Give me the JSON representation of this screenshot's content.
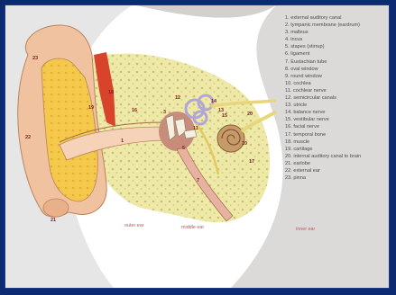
{
  "legend": [
    "1. external auditory canal",
    "2. tympanic membrane (eardrum)",
    "3. malleus",
    "4. incus",
    "5. stapes (stirrup)",
    "6. ligament",
    "7. Eustachian tube",
    "8. oval window",
    "9. round window",
    "10. cochlea",
    "11. cochlear nerve",
    "12. semicircular canals",
    "13. utricle",
    "14. balance nerve",
    "15. vestibular nerve",
    "16. facial nerve",
    "17. temporal bone",
    "18. muscle",
    "19. cartilage",
    "20. internal auditory canal to brain",
    "21. earlobe",
    "22. external ear",
    "23. pinna"
  ],
  "regions": {
    "outer": "outer ear",
    "middle": "middle ear",
    "inner": "inner ear"
  },
  "numbers": [
    "23",
    "22",
    "21",
    "19",
    "18",
    "16",
    "1",
    "12",
    "3",
    "5",
    "7",
    "11",
    "15",
    "20",
    "10",
    "14",
    "13",
    "17"
  ],
  "colors": {
    "frame": "#0b2a72",
    "bone": "#efe9a8",
    "skin": "#f1c2a0",
    "cartilage": "#f2c23e",
    "muscle": "#d8442b",
    "cochlea": "#c79a6a",
    "canals": "#c2b9de",
    "label": "#c9525a"
  }
}
